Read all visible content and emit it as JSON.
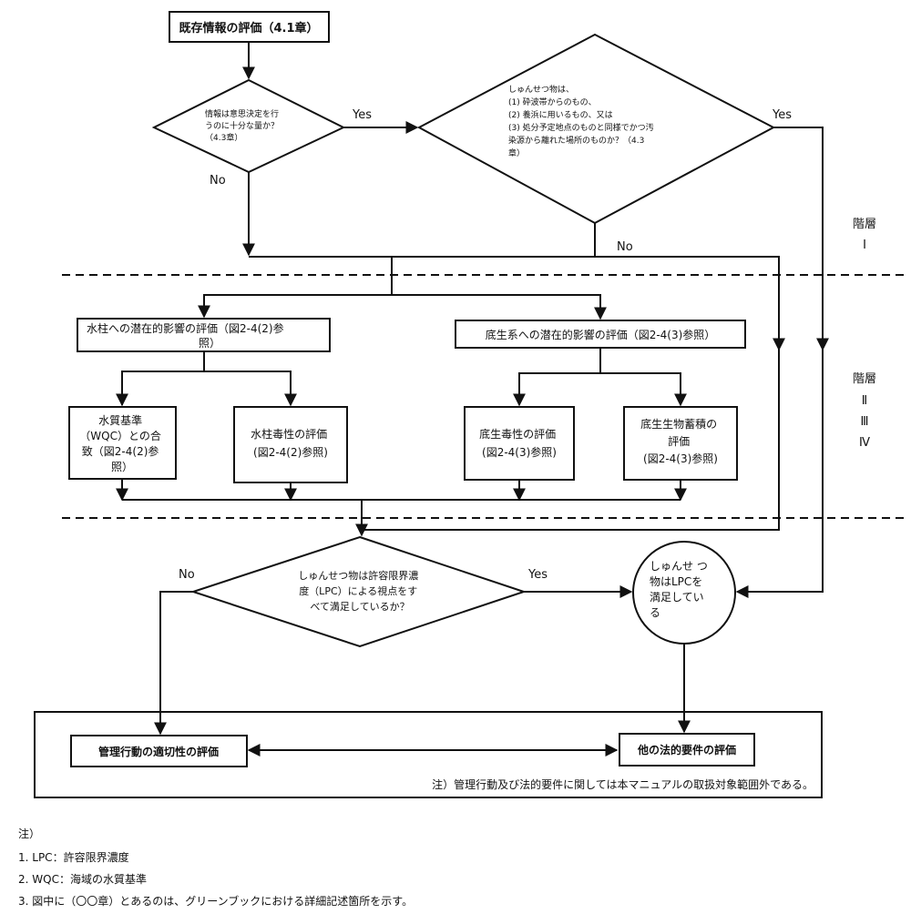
{
  "nodes": {
    "existing_info_eval": "既存情報の評価（4.1章）",
    "info_sufficient": [
      "情報は意思決定を行",
      "うのに十分な量か？",
      "（4.3章）"
    ],
    "sediment_origin": [
      "しゅんせつ物は、",
      "(1) 砕波帯からのもの、",
      "(2) 養浜に用いるもの、又は",
      "(3) 処分予定地点のものと同様でかつ汚",
      "染源から離れた場所のものか？（4.3",
      "章）"
    ],
    "water_column_eval": [
      "水柱への潜在的影響の評価（図2-4(2)参",
      "照）"
    ],
    "benthic_eval": "底生系への潜在的影響の評価（図2-4(3)参照）",
    "wqc_compliance": [
      "水質基準",
      "（WQC）との合",
      "致（図2-4(2)参",
      "照）"
    ],
    "water_toxicity": [
      "水柱毒性の評価",
      "(図2-4(2)参照)"
    ],
    "benthic_toxicity": [
      "底生毒性の評価",
      "(図2-4(3)参照)"
    ],
    "bioaccumulation": [
      "底生生物蓄積の",
      "評価",
      "(図2-4(3)参照)"
    ],
    "lpc_question": [
      "しゅんせつ物は許容限界濃",
      "度（LPC）による視点をす",
      "べて満足しているか？"
    ],
    "lpc_satisfied": [
      "しゅんせ つ",
      "物はLPCを",
      "満足してい",
      "る"
    ],
    "mgmt_action": "管理行動の適切性の評価",
    "legal_req": "他の法的要件の評価",
    "scope_note": "注）管理行動及び法的要件に関しては本マニュアルの取扱対象範囲外である。"
  },
  "edges": {
    "yes": "Yes",
    "no": "No"
  },
  "tiers": {
    "title": "階層",
    "tier1": "Ⅰ",
    "tier2": "Ⅱ",
    "tier3": "Ⅲ",
    "tier4": "Ⅳ"
  },
  "footnotes": {
    "heading": "注）",
    "items": [
      "1. LPC：許容限界濃度",
      "2. WQC：海域の水質基準",
      "3. 図中に（〇〇章）とあるのは、グリーンブックにおける詳細記述箇所を示す。"
    ]
  }
}
